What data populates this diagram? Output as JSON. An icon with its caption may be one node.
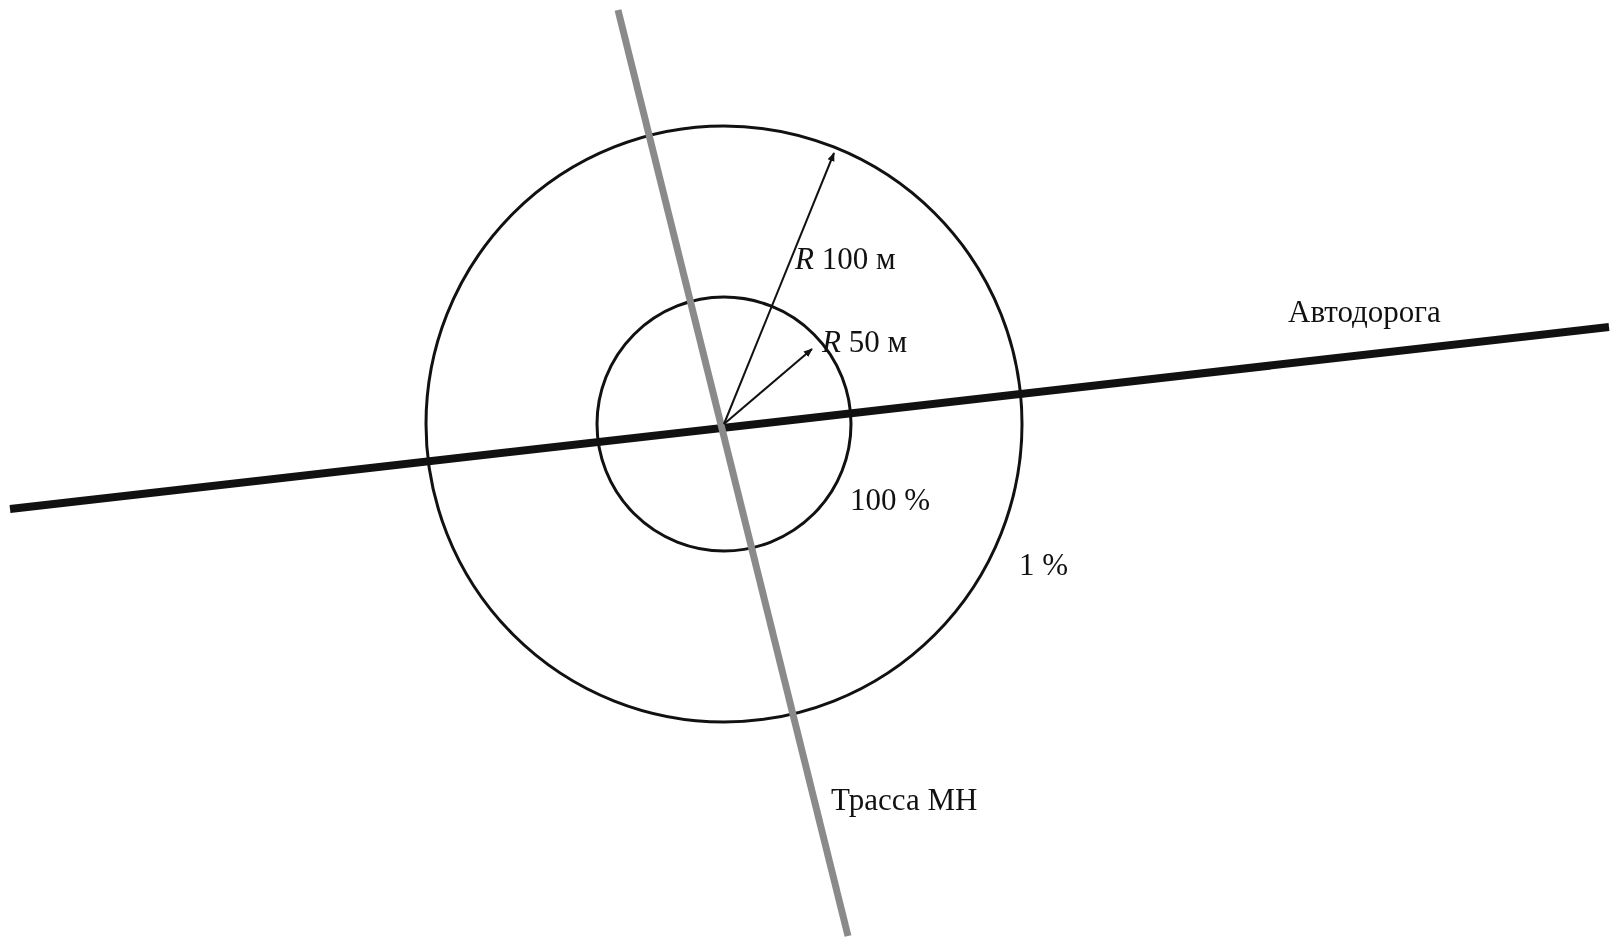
{
  "diagram": {
    "labels": [
      "Автодорога",
      "*R* 100 м",
      "*R* 50 м",
      "100 %",
      "1 %",
      "Трасса МН"
    ]
  }
}
